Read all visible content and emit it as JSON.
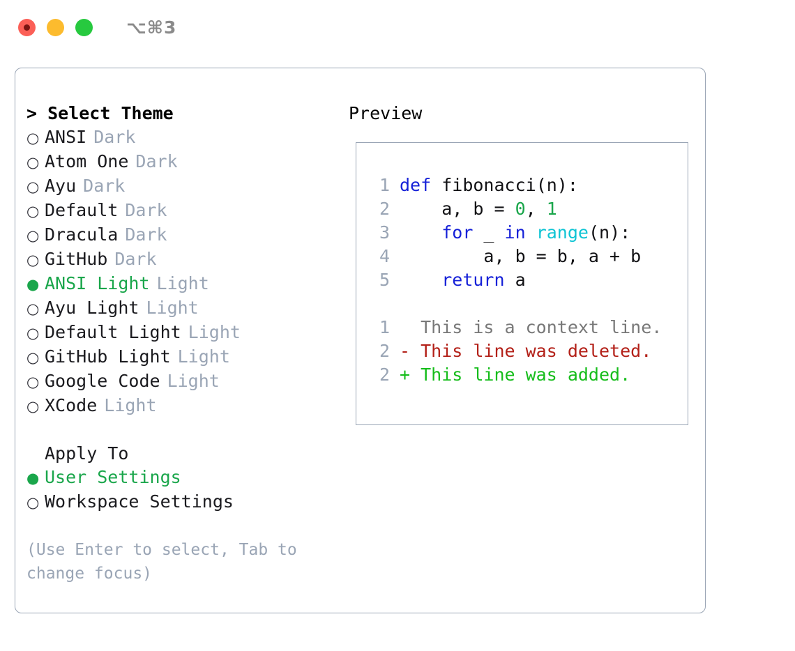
{
  "titlebar": {
    "shortcut": "⌥⌘3",
    "buttons": [
      {
        "name": "close",
        "color": "#fb5f57"
      },
      {
        "name": "minimize",
        "color": "#fcbb2e"
      },
      {
        "name": "maximize",
        "color": "#27c93f"
      }
    ]
  },
  "theme_panel": {
    "heading": "> Select Theme",
    "options": [
      {
        "label": "ANSI",
        "badge": "Dark",
        "marker": "○",
        "selected": false
      },
      {
        "label": "Atom One",
        "badge": "Dark",
        "marker": "○",
        "selected": false
      },
      {
        "label": "Ayu",
        "badge": "Dark",
        "marker": "○",
        "selected": false
      },
      {
        "label": "Default",
        "badge": "Dark",
        "marker": "○",
        "selected": false
      },
      {
        "label": "Dracula",
        "badge": "Dark",
        "marker": "○",
        "selected": false
      },
      {
        "label": "GitHub",
        "badge": "Dark",
        "marker": "○",
        "selected": false
      },
      {
        "label": "ANSI Light",
        "badge": "Light",
        "marker": "●",
        "selected": true
      },
      {
        "label": "Ayu Light",
        "badge": "Light",
        "marker": "○",
        "selected": false
      },
      {
        "label": "Default Light",
        "badge": "Light",
        "marker": "○",
        "selected": false
      },
      {
        "label": "GitHub Light",
        "badge": "Light",
        "marker": "○",
        "selected": false
      },
      {
        "label": "Google Code",
        "badge": "Light",
        "marker": "○",
        "selected": false
      },
      {
        "label": "XCode",
        "badge": "Light",
        "marker": "○",
        "selected": false
      }
    ]
  },
  "apply_to": {
    "heading": "Apply To",
    "options": [
      {
        "label": "User Settings",
        "marker": "●",
        "selected": true
      },
      {
        "label": "Workspace Settings",
        "marker": "○",
        "selected": false
      }
    ]
  },
  "hint": "(Use Enter to select, Tab to change focus)",
  "preview": {
    "heading": "Preview",
    "code_lines": [
      {
        "number": "1",
        "tokens": [
          {
            "text": "def ",
            "type": "kw"
          },
          {
            "text": "fibonacci",
            "type": "id"
          },
          {
            "text": "(n):",
            "type": "plain"
          }
        ]
      },
      {
        "number": "2",
        "tokens": [
          {
            "text": "    a, b = ",
            "type": "plain"
          },
          {
            "text": "0",
            "type": "num"
          },
          {
            "text": ", ",
            "type": "plain"
          },
          {
            "text": "1",
            "type": "num"
          }
        ]
      },
      {
        "number": "3",
        "tokens": [
          {
            "text": "    ",
            "type": "plain"
          },
          {
            "text": "for",
            "type": "kw"
          },
          {
            "text": " _ ",
            "type": "plain"
          },
          {
            "text": "in",
            "type": "kw"
          },
          {
            "text": " ",
            "type": "plain"
          },
          {
            "text": "range",
            "type": "fn"
          },
          {
            "text": "(n):",
            "type": "plain"
          }
        ]
      },
      {
        "number": "4",
        "tokens": [
          {
            "text": "        a, b = b, a + b",
            "type": "plain"
          }
        ]
      },
      {
        "number": "5",
        "tokens": [
          {
            "text": "    ",
            "type": "plain"
          },
          {
            "text": "return",
            "type": "kw"
          },
          {
            "text": " a",
            "type": "plain"
          }
        ]
      }
    ],
    "diff_lines": [
      {
        "number": "1",
        "prefix": " ",
        "text": "This is a context line.",
        "type": "ctx"
      },
      {
        "number": "2",
        "prefix": "-",
        "text": "This line was deleted.",
        "type": "del"
      },
      {
        "number": "2",
        "prefix": "+",
        "text": "This line was added.",
        "type": "add"
      }
    ]
  },
  "colors": {
    "selected_green": "#1aa64b",
    "muted_grey": "#9aa5b5",
    "keyword_blue": "#1621d8",
    "function_cyan": "#0fc4d4",
    "number_green": "#1aa64b",
    "diff_delete_red": "#b32018",
    "diff_add_green": "#16bd1b",
    "border": "#9aa5b5"
  }
}
